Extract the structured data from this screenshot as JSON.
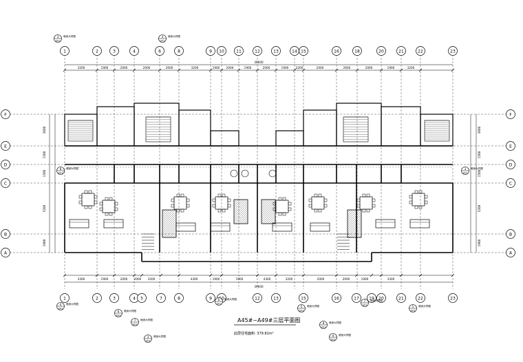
{
  "drawing": {
    "title": "A45#~A49#三层平面图",
    "area_note": "此层住宅面积: 379.82m²",
    "axes_top": [
      "1",
      "2",
      "3",
      "4",
      "6",
      "8",
      "9",
      "10",
      "11",
      "12",
      "13",
      "14",
      "15",
      "16",
      "18",
      "20",
      "21",
      "22",
      "23"
    ],
    "axes_bottom": [
      "1",
      "2",
      "3",
      "4",
      "5",
      "7",
      "8",
      "9",
      "10",
      "12",
      "13",
      "15",
      "16",
      "17",
      "19",
      "20",
      "21",
      "22",
      "23"
    ],
    "axes_side": [
      "F",
      "E",
      "D",
      "C",
      "B",
      "A"
    ],
    "top_dims": [
      "3200",
      "1900",
      "2000",
      "2000",
      "2000",
      "3200",
      "1900",
      "2000",
      "1900",
      "2000",
      "1900",
      "3200",
      "2000",
      "2600",
      "2000",
      "1900",
      "3200"
    ],
    "bottom_dims": [
      "3300",
      "1900",
      "2000",
      "2000",
      "3200",
      "4300",
      "1900",
      "1900",
      "4300",
      "3200",
      "2000",
      "2000",
      "1900",
      "3300"
    ],
    "overall_dim": "39600",
    "left_dims": [
      "3600",
      "1500",
      "1500",
      "5200",
      "1900"
    ],
    "callouts": [
      {
        "no": "3",
        "sheet": "S01",
        "text": "墙身大样图"
      },
      {
        "no": "4",
        "sheet": "S01",
        "text": "墙身大样图"
      },
      {
        "no": "5",
        "sheet": "S01",
        "text": "墙身大样图"
      },
      {
        "no": "6",
        "sheet": "S01",
        "text": "墙身大样图"
      },
      {
        "no": "7",
        "sheet": "S01",
        "text": "墙身大样图"
      },
      {
        "no": "8",
        "sheet": "S01",
        "text": "墙身大样图"
      }
    ]
  }
}
